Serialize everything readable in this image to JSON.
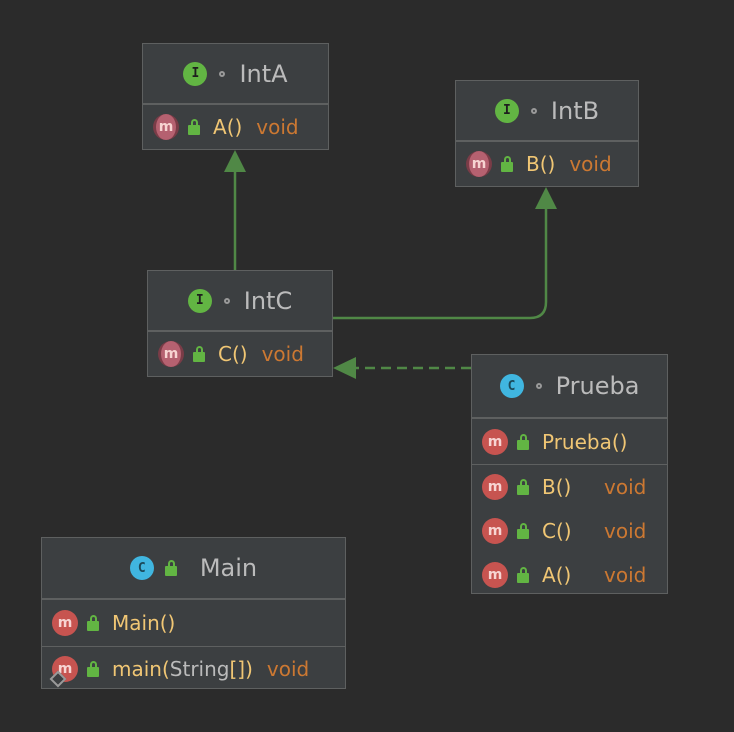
{
  "colors": {
    "background": "#2b2b2b",
    "box": "#3c3f41",
    "border": "#5e6060",
    "edge": "#508846",
    "interface_badge": "#62b543",
    "class_badge": "#40b6e0",
    "method_badge": "#c75450",
    "method_name": "#f0c674",
    "return_type": "#cc7832",
    "title": "#bbbbbb"
  },
  "nodes": {
    "intA": {
      "badge": "I",
      "title": "IntA",
      "methods": [
        {
          "icon": "m",
          "name": "A",
          "parens": "()",
          "type": "void"
        }
      ]
    },
    "intB": {
      "badge": "I",
      "title": "IntB",
      "methods": [
        {
          "icon": "m",
          "name": "B",
          "parens": "()",
          "type": "void"
        }
      ]
    },
    "intC": {
      "badge": "I",
      "title": "IntC",
      "methods": [
        {
          "icon": "m",
          "name": "C",
          "parens": "()",
          "type": "void"
        }
      ]
    },
    "prueba": {
      "badge": "C",
      "title": "Prueba",
      "constructors": [
        {
          "icon": "m",
          "name": "Prueba",
          "parens": "()"
        }
      ],
      "methods": [
        {
          "icon": "m",
          "name": "B",
          "parens": "()",
          "type": "void"
        },
        {
          "icon": "m",
          "name": "C",
          "parens": "()",
          "type": "void"
        },
        {
          "icon": "m",
          "name": "A",
          "parens": "()",
          "type": "void"
        }
      ]
    },
    "main": {
      "badge": "C",
      "title": "Main",
      "constructors": [
        {
          "icon": "m",
          "name": "Main",
          "parens": "()"
        }
      ],
      "methods": [
        {
          "icon": "m",
          "name": "main",
          "open": "(",
          "arg": "String",
          "brackets": "[]",
          "close": ")",
          "type": "void"
        }
      ]
    }
  },
  "edges": [
    {
      "from": "intC",
      "to": "intA",
      "kind": "extends"
    },
    {
      "from": "intC",
      "to": "intB",
      "kind": "extends"
    },
    {
      "from": "prueba",
      "to": "intC",
      "kind": "implements"
    }
  ],
  "icons": {
    "interface": "interface-badge-icon",
    "class": "class-badge-icon",
    "method": "method-icon",
    "visibility_public": "public-lock-icon",
    "visibility_package": "package-dot-icon"
  }
}
